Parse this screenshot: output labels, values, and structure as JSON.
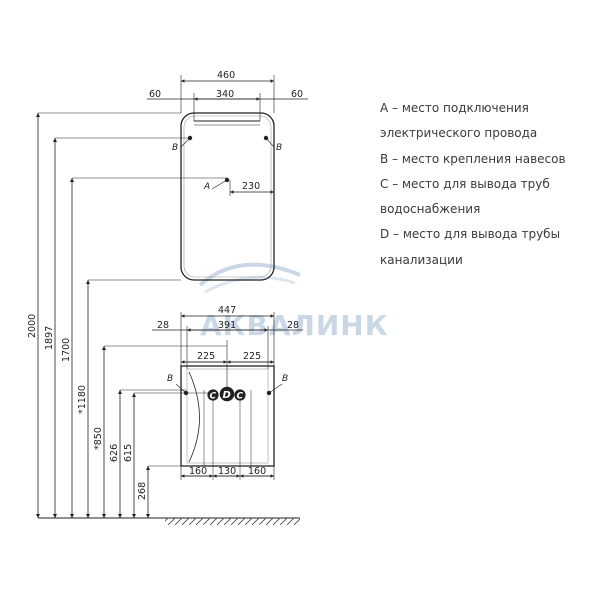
{
  "watermark": "АКВАЛИНК",
  "legend": {
    "lines": [
      "A – место подключения",
      "электрического провода",
      "B – место крепления навесов",
      "C – место для вывода труб",
      "водоснабжения",
      "D – место для вывода трубы",
      "канализации"
    ]
  },
  "mirror": {
    "overall_width": "460",
    "inner_width": "340",
    "left_offset": "60",
    "right_offset": "60",
    "outlet_offset": "230",
    "label_a": "A",
    "label_b": "B"
  },
  "cabinet": {
    "overall_width": "447",
    "inner_width": "391",
    "left_offset": "28",
    "right_offset": "28",
    "left_half": "225",
    "right_half": "225",
    "bottom_left": "160",
    "bottom_mid": "130",
    "bottom_right": "160",
    "label_b": "B",
    "label_c": "C",
    "label_d": "D"
  },
  "heights": [
    "2000",
    "1897",
    "1700",
    "*1180",
    "*850",
    "626",
    "615",
    "268"
  ]
}
